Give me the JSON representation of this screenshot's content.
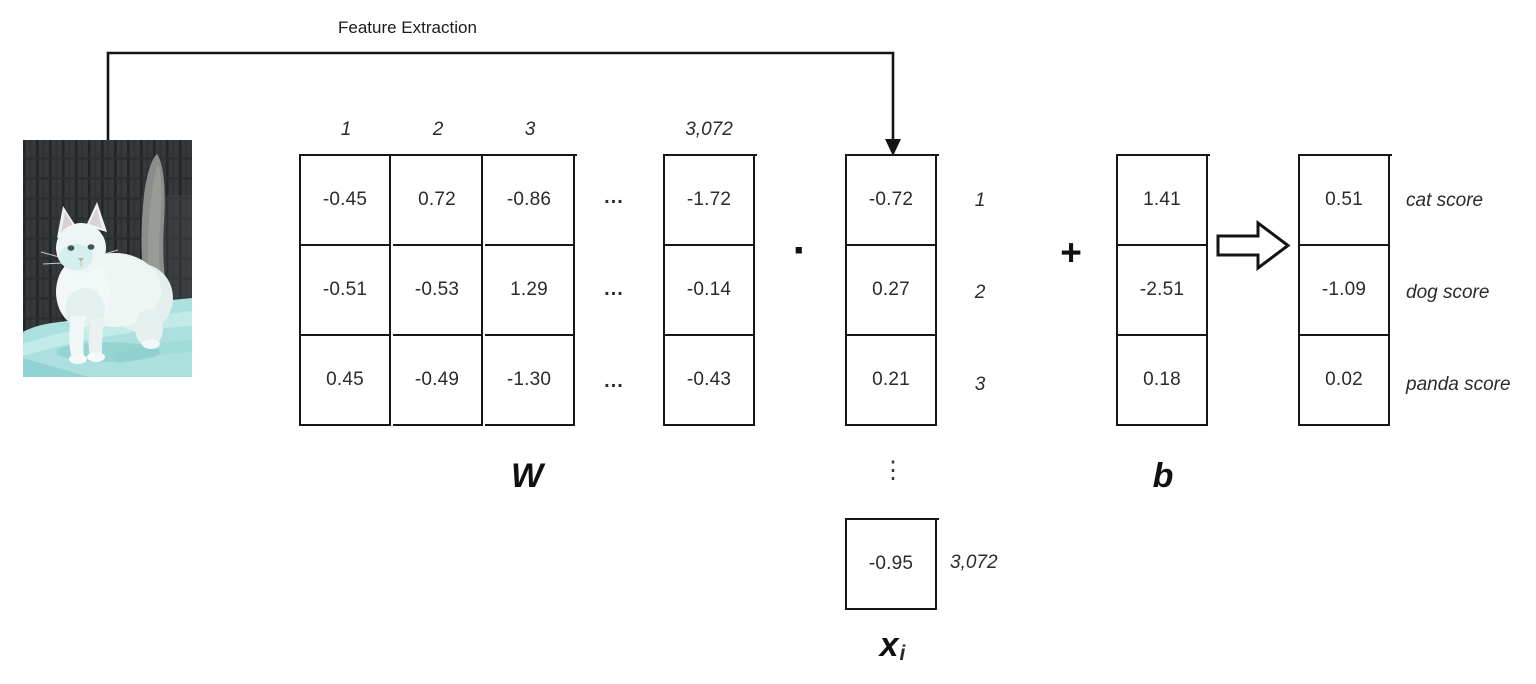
{
  "feature_extraction_label": "Feature Extraction",
  "w_matrix": {
    "label": "W",
    "col_headers": [
      "1",
      "2",
      "3",
      "3,072"
    ],
    "ellipsis": "...",
    "rows": [
      [
        "-0.45",
        "0.72",
        "-0.86"
      ],
      [
        "-0.51",
        "-0.53",
        "1.29"
      ],
      [
        "0.45",
        "-0.49",
        "-1.30"
      ]
    ],
    "last_col": [
      "-1.72",
      "-0.14",
      "-0.43"
    ]
  },
  "operator_dot": "·",
  "operator_plus": "+",
  "x_vector": {
    "label_base": "x",
    "label_sub": "i",
    "values": [
      "-0.72",
      "0.27",
      "0.21"
    ],
    "row_labels": [
      "1",
      "2",
      "3"
    ],
    "vertical_ellipsis": "⋮",
    "last_value": "-0.95",
    "last_row_label": "3,072"
  },
  "b_vector": {
    "label": "b",
    "values": [
      "1.41",
      "-2.51",
      "0.18"
    ]
  },
  "scores": {
    "values": [
      "0.51",
      "-1.09",
      "0.02"
    ],
    "labels": [
      "cat score",
      "dog score",
      "panda score"
    ]
  },
  "colors": {
    "line": "#161616",
    "background": "#ffffff",
    "blanket": "#ace0df",
    "cage": "#3a3e40",
    "cat": "#eef6f4"
  }
}
